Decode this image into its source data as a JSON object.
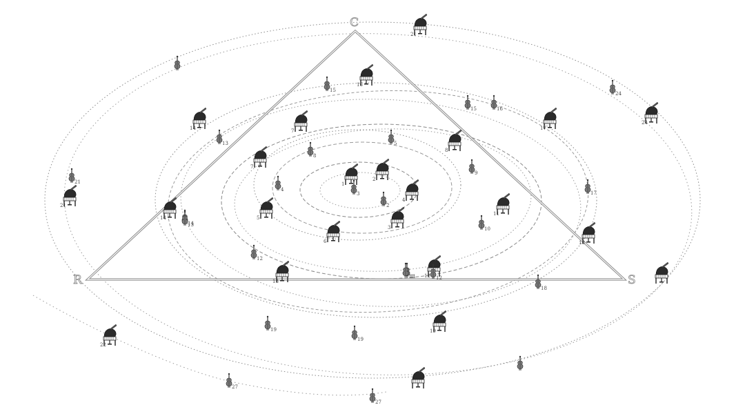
{
  "triangle": {
    "vertices": [
      "C",
      "R",
      "S"
    ]
  },
  "orbits": [
    {
      "id": "outer",
      "dash": "dotted",
      "marks": [
        {
          "kind": "piano",
          "label": "21"
        },
        {
          "kind": "violin",
          "label": "24"
        },
        {
          "kind": "piano",
          "label": "24"
        },
        {
          "kind": "violin",
          "label": "21"
        },
        {
          "kind": "piano",
          "label": "21"
        },
        {
          "kind": "violin",
          "label": ""
        },
        {
          "kind": "piano",
          "label": "22"
        },
        {
          "kind": "violin",
          "label": "27"
        },
        {
          "kind": "violin",
          "label": "27"
        },
        {
          "kind": "piano",
          "label": ""
        },
        {
          "kind": "violin",
          "label": ""
        },
        {
          "kind": "piano",
          "label": ""
        }
      ]
    },
    {
      "id": "ring3",
      "dash": "dotted",
      "marks": [
        {
          "kind": "violin",
          "label": "15"
        },
        {
          "kind": "piano",
          "label": "16"
        },
        {
          "kind": "violin",
          "label": "16"
        },
        {
          "kind": "piano",
          "label": "17"
        },
        {
          "kind": "violin",
          "label": "17"
        },
        {
          "kind": "piano",
          "label": "18"
        },
        {
          "kind": "violin",
          "label": "18"
        },
        {
          "kind": "piano",
          "label": "19"
        },
        {
          "kind": "violin",
          "label": "19"
        },
        {
          "kind": "violin",
          "label": "19"
        },
        {
          "kind": "piano",
          "label": "14"
        },
        {
          "kind": "violin",
          "label": "13"
        },
        {
          "kind": "piano",
          "label": "14"
        },
        {
          "kind": "violin",
          "label": "14"
        },
        {
          "kind": "violin",
          "label": "15"
        }
      ]
    },
    {
      "id": "ring2",
      "dash": "dashed",
      "marks": [
        {
          "kind": "piano",
          "label": "11"
        },
        {
          "kind": "violin",
          "label": "10"
        },
        {
          "kind": "piano",
          "label": "12"
        },
        {
          "kind": "violin",
          "label": "11"
        },
        {
          "kind": "violin",
          "label": "11"
        },
        {
          "kind": "violin",
          "label": "12"
        },
        {
          "kind": "piano",
          "label": "13"
        },
        {
          "kind": "violin",
          "label": "12"
        },
        {
          "kind": "violin",
          "label": "13"
        }
      ]
    },
    {
      "id": "ring1",
      "dash": "dotted",
      "marks": [
        {
          "kind": "piano",
          "label": "7"
        },
        {
          "kind": "violin",
          "label": "8"
        },
        {
          "kind": "piano",
          "label": "8"
        },
        {
          "kind": "violin",
          "label": "9"
        },
        {
          "kind": "piano",
          "label": "6"
        },
        {
          "kind": "piano",
          "label": "5"
        },
        {
          "kind": "violin",
          "label": "4"
        },
        {
          "kind": "piano",
          "label": "7"
        },
        {
          "kind": "violin",
          "label": "5"
        }
      ]
    },
    {
      "id": "core",
      "dash": "dashed",
      "marks": [
        {
          "kind": "piano",
          "label": "1"
        },
        {
          "kind": "piano",
          "label": "2"
        },
        {
          "kind": "violin",
          "label": "3"
        },
        {
          "kind": "piano",
          "label": "4"
        },
        {
          "kind": "violin",
          "label": "2"
        },
        {
          "kind": "piano",
          "label": "3"
        }
      ]
    }
  ]
}
